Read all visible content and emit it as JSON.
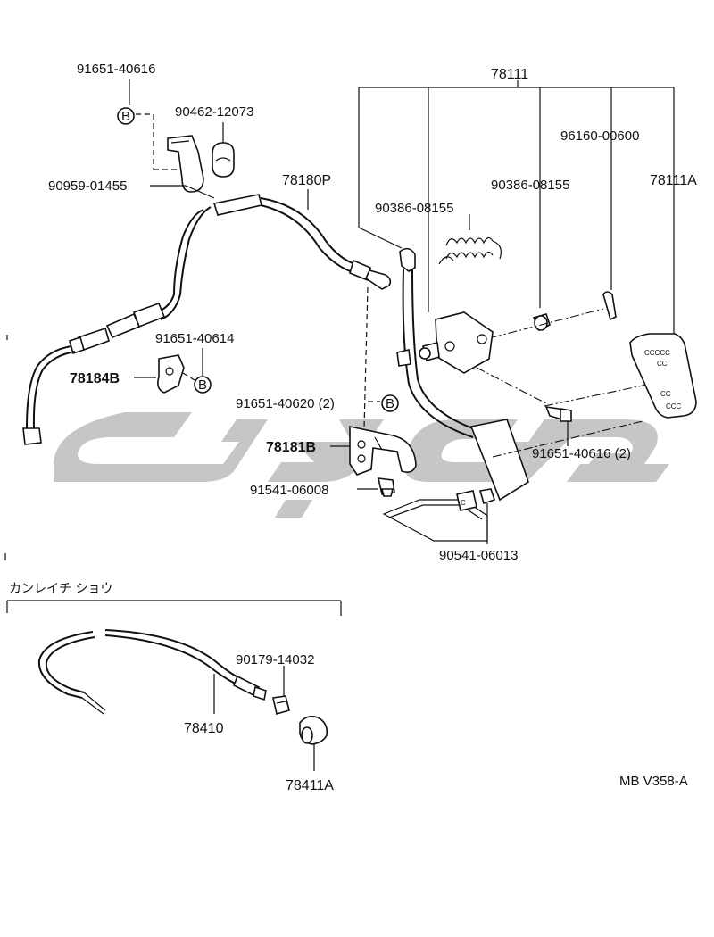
{
  "labels": {
    "p91651_40616_top": "91651-40616",
    "p90462_12073": "90462-12073",
    "p90959_01455": "90959-01455",
    "p78180P": "78180P",
    "p78111": "78111",
    "p96160_00600": "96160-00600",
    "p90386_08155_a": "90386-08155",
    "p90386_08155_b": "90386-08155",
    "p78111A": "78111A",
    "p91651_40614": "91651-40614",
    "p78184B": "78184B",
    "p91651_40620": "91651-40620 (2)",
    "p78181B": "78181B",
    "p91541_06008": "91541-06008",
    "p91651_40616_2": "91651-40616 (2)",
    "p90541_06013": "90541-06013",
    "section_title": "カンレイチ ショウ",
    "p90179_14032": "90179-14032",
    "p78410": "78410",
    "p78411A": "78411A",
    "diagram_code": "MB V358-A"
  },
  "symbols": {
    "bolt_marker": "B",
    "watermark_icon": "watermark-logo"
  },
  "colors": {
    "line": "#111111",
    "watermark": "#c6c6c6",
    "background": "#ffffff"
  }
}
